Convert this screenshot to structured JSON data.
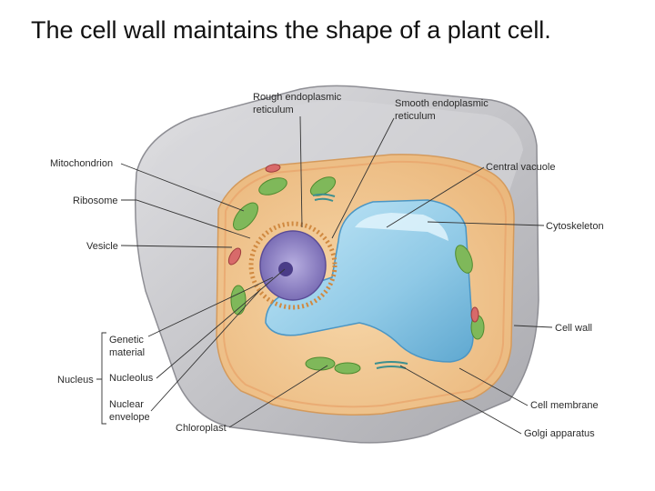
{
  "title": "The cell wall maintains the shape of a plant cell.",
  "labels": {
    "rough_er_1": "Rough endoplasmic",
    "rough_er_2": "reticulum",
    "smooth_er_1": "Smooth endoplasmic",
    "smooth_er_2": "reticulum",
    "mitochondrion": "Mitochondrion",
    "ribosome": "Ribosome",
    "vesicle": "Vesicle",
    "central_vacuole": "Central vacuole",
    "cytoskeleton": "Cytoskeleton",
    "cell_wall": "Cell wall",
    "genetic_material_1": "Genetic",
    "genetic_material_2": "material",
    "nucleus": "Nucleus",
    "nucleolus": "Nucleolus",
    "nuclear_envelope_1": "Nuclear",
    "nuclear_envelope_2": "envelope",
    "chloroplast": "Chloroplast",
    "cell_membrane": "Cell membrane",
    "golgi": "Golgi apparatus"
  },
  "colors": {
    "cell_wall": "#c9c9cc",
    "cytoplasm": "#f2c690",
    "vacuole": "#8fc9e6",
    "nucleus": "#8c7ec2",
    "chloroplast": "#7fb85a",
    "mitochondrion": "#d86a6a"
  }
}
